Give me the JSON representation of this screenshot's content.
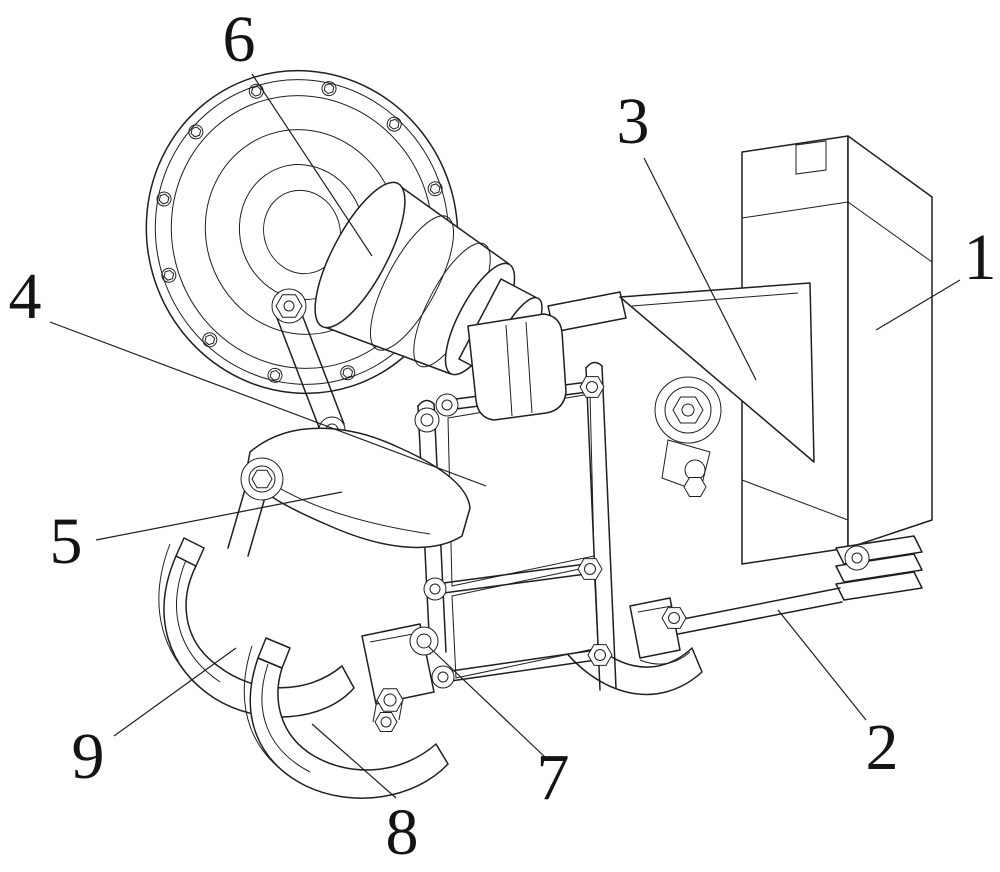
{
  "figure": {
    "background_color": "#ffffff",
    "line_color": "#1f1f1f"
  },
  "callouts": [
    {
      "text": "1"
    },
    {
      "text": "2"
    },
    {
      "text": "3"
    },
    {
      "text": "4"
    },
    {
      "text": "5"
    },
    {
      "text": "6"
    },
    {
      "text": "7"
    },
    {
      "text": "8"
    },
    {
      "text": "9"
    }
  ]
}
